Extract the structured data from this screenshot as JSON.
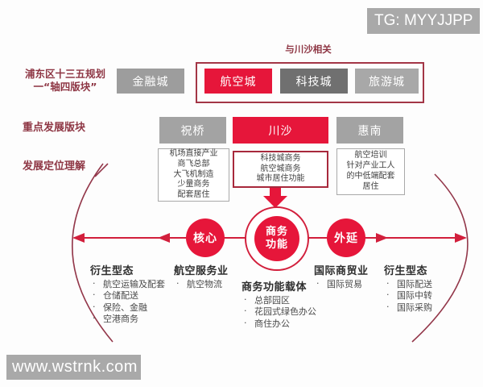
{
  "watermarks": {
    "top_right": "TG: MYYJJPP",
    "bottom_left": "www.wstrnk.com"
  },
  "plan_row": {
    "label_line1": "浦东区十三五规划",
    "label_line2": "一“轴四版块”",
    "annotation": "与川沙相关",
    "standalone_box": "金融城",
    "grouped_boxes": [
      "航空城",
      "科技城",
      "旅游城"
    ]
  },
  "focus_row": {
    "label": "重点发展版块",
    "boxes": [
      "祝桥",
      "川沙",
      "惠南"
    ]
  },
  "detail_boxes": {
    "zhuqiao": [
      "机场直接产业",
      "商飞总部",
      "大飞机制造",
      "少量商务",
      "配套居住"
    ],
    "chuansha": [
      "科技城商务",
      "航空城商务",
      "城市居住功能"
    ],
    "huinan": [
      "航空培训",
      "针对产业工人",
      "的中低端配套",
      "居住"
    ]
  },
  "positioning": {
    "label": "发展定位理解",
    "core_circle": "核心",
    "center_circle": [
      "商务",
      "功能"
    ],
    "extension_circle": "外延"
  },
  "legend": {
    "derived_left": {
      "title": "衍生型态",
      "items": [
        "航空运输及配套",
        "仓储配送",
        "保险、金融",
        "空港商务"
      ]
    },
    "aviation": {
      "title": "航空服务业",
      "items": [
        "航空物流"
      ]
    },
    "carrier": {
      "title": "商务功能载体",
      "items": [
        "总部园区",
        "花园式绿色办公",
        "商住办公"
      ]
    },
    "trade": {
      "title": "国际商贸业",
      "items": [
        "国际贸易"
      ]
    },
    "derived_right": {
      "title": "衍生型态",
      "items": [
        "国际配送",
        "国际中转",
        "国际采购"
      ]
    }
  },
  "colors": {
    "red": "#e6163a",
    "dark_red_outline": "#a33646",
    "label_maroon": "#8e3644",
    "arc_maroon": "#93374a",
    "gray_box": "#9d9d9d",
    "dark_gray_box": "#707070",
    "watermark_gray": "#a9a9a9"
  }
}
